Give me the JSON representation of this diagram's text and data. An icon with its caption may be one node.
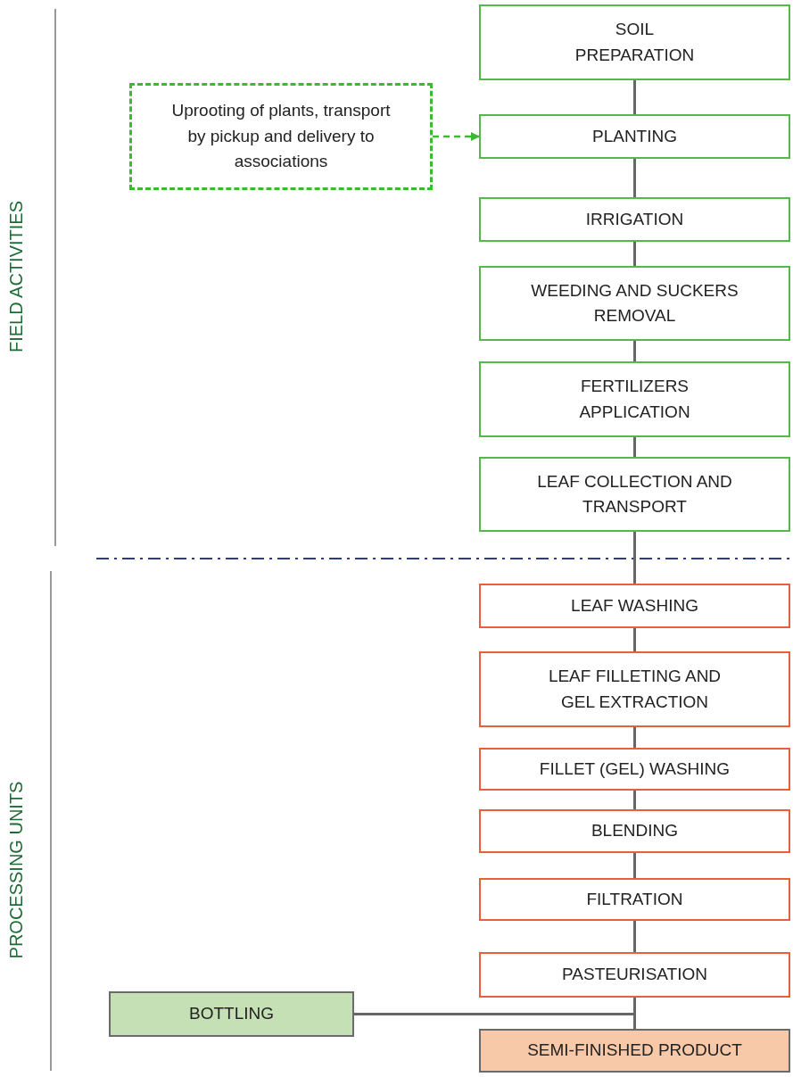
{
  "diagram": {
    "nodes": [
      {
        "text": [
          "SOIL PREPARATION"
        ]
      },
      {
        "text": [
          "Uprooting of plants, transport by pickup and delivery to associations"
        ]
      },
      {
        "text": [
          "PLANTING"
        ]
      },
      {
        "text": [
          "IRRIGATION"
        ]
      },
      {
        "text": [
          "WEEDING AND SUCKERS REMOVAL"
        ]
      },
      {
        "text": [
          "FERTILIZERS APPLICATION"
        ]
      },
      {
        "text": [
          "LEAF COLLECTION AND TRANSPORT"
        ]
      },
      {
        "text": [
          "LEAF WASHING"
        ]
      },
      {
        "text": [
          "LEAF FILLETING AND GEL EXTRACTION"
        ]
      },
      {
        "text": [
          "FILLET (GEL) WASHING"
        ]
      },
      {
        "text": [
          "BLENDING"
        ]
      },
      {
        "text": [
          "FILTRATION"
        ]
      },
      {
        "text": [
          "PASTEURISATION"
        ]
      },
      {
        "text": [
          "BOTTLING"
        ]
      },
      {
        "text": [
          "SEMI-FINISHED PRODUCT"
        ]
      }
    ],
    "edges": [
      {
        "from": 0,
        "to": 2,
        "arrow": "none"
      },
      {
        "from": 1,
        "to": 2,
        "arrow": "to",
        "style": "dashed",
        "color": "#3cb832"
      },
      {
        "from": 2,
        "to": 3,
        "arrow": "none"
      },
      {
        "from": 3,
        "to": 4,
        "arrow": "none"
      },
      {
        "from": 4,
        "to": 5,
        "arrow": "none"
      },
      {
        "from": 5,
        "to": 6,
        "arrow": "none"
      },
      {
        "from": 6,
        "to": 7,
        "arrow": "none"
      },
      {
        "from": 7,
        "to": 8,
        "arrow": "none"
      },
      {
        "from": 8,
        "to": 9,
        "arrow": "none"
      },
      {
        "from": 9,
        "to": 10,
        "arrow": "none"
      },
      {
        "from": 10,
        "to": 11,
        "arrow": "none"
      },
      {
        "from": 11,
        "to": 12,
        "arrow": "none"
      },
      {
        "from": 12,
        "to": 13,
        "arrow": "none"
      },
      {
        "from": 12,
        "to": 14,
        "arrow": "none"
      }
    ],
    "labels": [
      "FIELD ACTIVITIES",
      "PROCESSING UNITS"
    ]
  }
}
